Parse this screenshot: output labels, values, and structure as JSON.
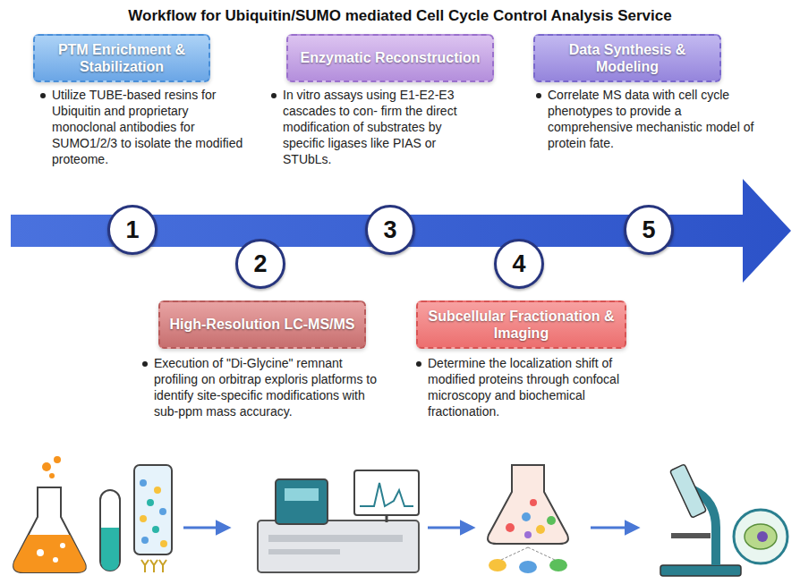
{
  "diagram": {
    "title": "Workflow for Ubiquitin/SUMO mediated Cell Cycle Control Analysis Service",
    "nodes": [
      {
        "text": [
          "PTM Enrichment & Stabilization",
          "Utilize TUBE-based resins for Ubiquitin and proprietary monoclonal antibodies for SUMO1/2/3 to isolate the modified proteome."
        ]
      },
      {
        "text": [
          "1"
        ]
      },
      {
        "text": [
          "2"
        ]
      },
      {
        "text": [
          "High-Resolution LC-MS/MS",
          "Execution of \"Di-Glycine\" remnant profiling on orbitrap exploris platforms to identify site-specific modifications with sub-ppm mass accuracy."
        ]
      },
      {
        "text": [
          "Enzymatic Reconstruction",
          "In vitro assays using E1-E2-E3 cascades to con- firm the direct modification of substrates by specific ligases like PIAS or STUbLs."
        ]
      },
      {
        "text": [
          "3"
        ]
      },
      {
        "text": [
          "4"
        ]
      },
      {
        "text": [
          "Subcellular Fractionation & Imaging",
          "Determine the localization shift of modified proteins through confocal microscopy and biochemical fractionation."
        ]
      },
      {
        "text": [
          "Data Synthesis & Modeling",
          "Correlate MS data with cell cycle phenotypes to provide a comprehensive mechanistic model of protein fate."
        ]
      },
      {
        "text": [
          "5"
        ]
      }
    ]
  }
}
